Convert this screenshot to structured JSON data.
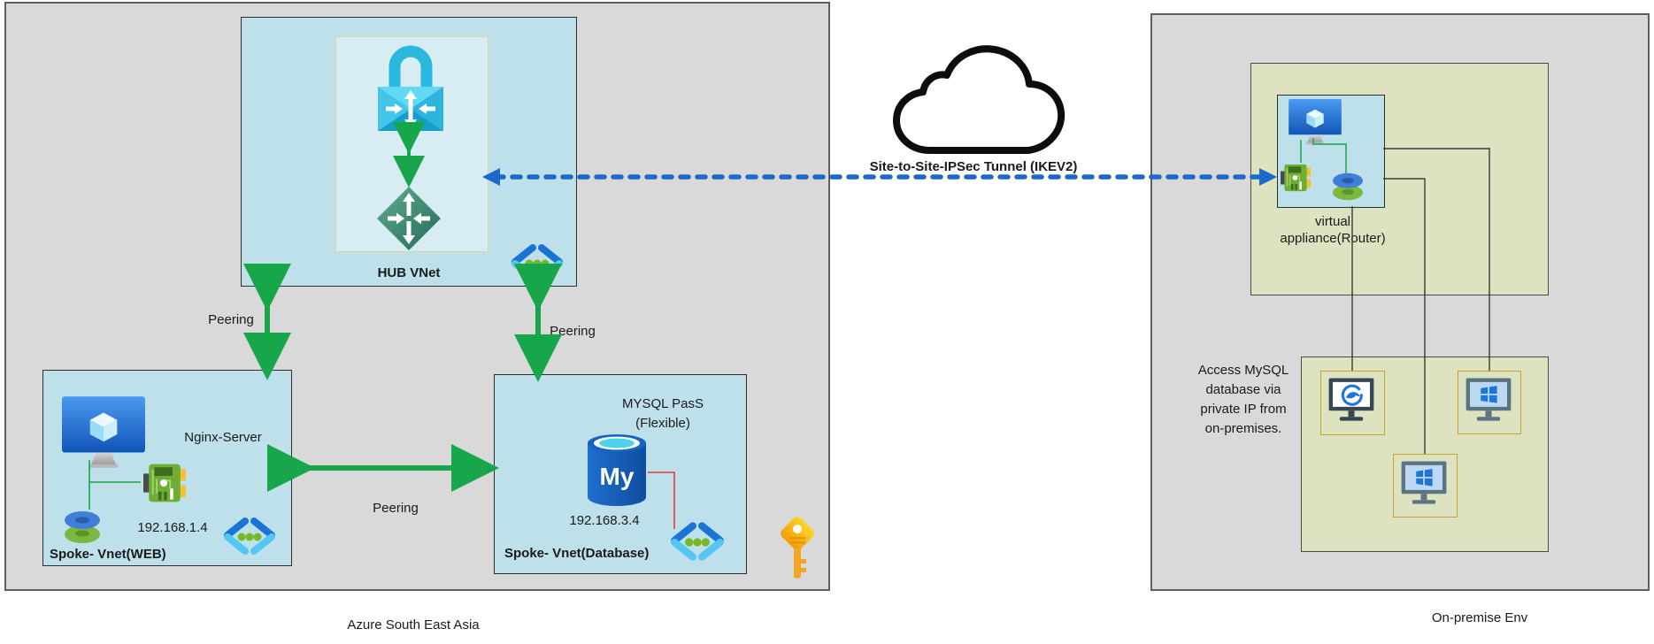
{
  "azure": {
    "region_label": "Azure South East Asia",
    "hub_label": "HUB VNet",
    "peering_left": "Peering",
    "peering_right": "Peering",
    "peering_bottom": "Peering",
    "web": {
      "title": "Spoke- Vnet(WEB)",
      "server": "Nginx-Server",
      "ip": "192.168.1.4"
    },
    "db": {
      "title": "Spoke- Vnet(Database)",
      "service_line1": "MYSQL PasS",
      "service_line2": "(Flexible)",
      "ip": "192.168.3.4"
    }
  },
  "tunnel": {
    "label": "Site-to-Site-IPSec Tunnel (IKEV2)"
  },
  "onprem": {
    "region_label": "On-premise Env",
    "router_label_line1": "virtual",
    "router_label_line2": "appliance(Router)",
    "note": "Access MySQL database via private IP from on-premises."
  },
  "colors": {
    "region_fill": "#d9d9d9",
    "vnet_fill": "#bee0ea",
    "subnet_fill": "#d7edf3",
    "onprem_green_fill": "#dde3c0",
    "peering_green": "#17a64a",
    "tunnel_blue": "#1b6ac9",
    "mysql_link_red": "#e23b3b",
    "key_gold": "#f6c100",
    "vnet_icon_blue": "#1b74d4",
    "vnet_icon_cyan": "#53c6f2",
    "vnet_icon_dot_green": "#76b82a"
  }
}
